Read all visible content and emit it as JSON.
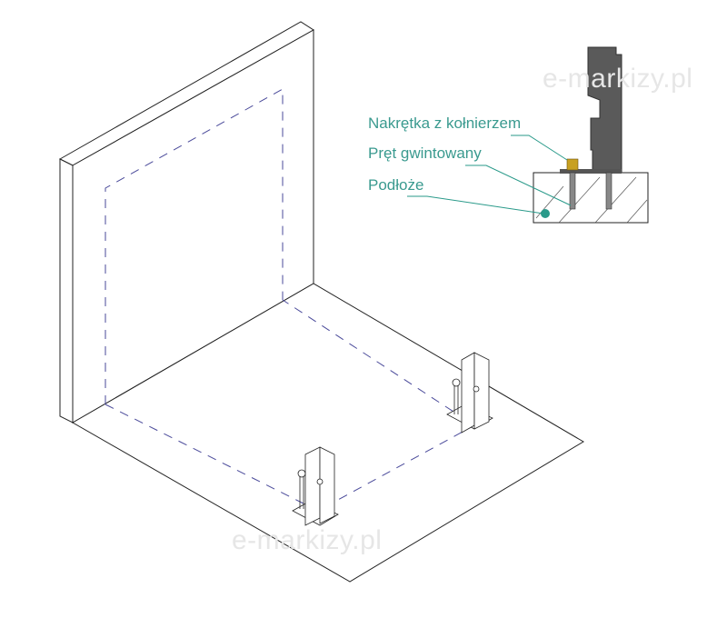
{
  "labels": {
    "nut": "Nakrętka z kołnierzem",
    "rod": "Pręt gwintowany",
    "base": "Podłoże"
  },
  "watermark": "e-markizy.pl",
  "colors": {
    "label": "#3a9a8f",
    "dashed": "#4a4a9a",
    "bracket": "#5a5a5a",
    "nut": "#c8a020"
  }
}
